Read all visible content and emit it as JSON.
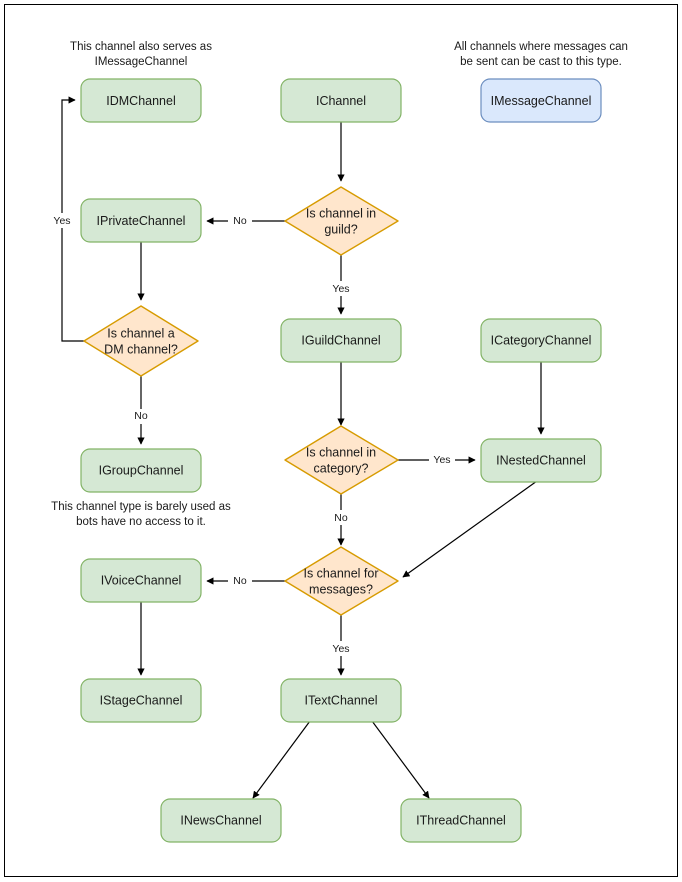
{
  "diagram": {
    "title": "Discord channel interface hierarchy flowchart",
    "frame": {
      "border_color": "#000000",
      "background": "#ffffff"
    },
    "palette": {
      "process_fill": "#d5e8d4",
      "process_stroke": "#82b366",
      "decision_fill": "#ffe6cc",
      "decision_stroke": "#d79b00",
      "highlight_fill": "#dae8fc",
      "highlight_stroke": "#6c8ebf",
      "edge_color": "#000000",
      "text_color": "#1a1a1a"
    },
    "notes": [
      {
        "id": "note-dm",
        "lines": [
          "This channel also serves as",
          "IMessageChannel"
        ]
      },
      {
        "id": "note-message",
        "lines": [
          "All channels where messages can",
          "be sent can be cast to this type."
        ]
      },
      {
        "id": "note-group",
        "lines": [
          "This channel type is barely used as",
          "bots have no access to it."
        ]
      }
    ],
    "nodes": [
      {
        "id": "idmchannel",
        "label": "IDMChannel",
        "type": "process"
      },
      {
        "id": "ichannel",
        "label": "IChannel",
        "type": "process"
      },
      {
        "id": "imessagechannel",
        "label": "IMessageChannel",
        "type": "highlight"
      },
      {
        "id": "iprivatechannel",
        "label": "IPrivateChannel",
        "type": "process"
      },
      {
        "id": "is-channel-in-guild",
        "label": "Is channel in guild?",
        "label_line1": "Is channel in",
        "label_line2": "guild?",
        "type": "decision"
      },
      {
        "id": "is-channel-a-dm-channel",
        "label": "Is channel a DM channel?",
        "label_line1": "Is channel a",
        "label_line2": "DM channel?",
        "type": "decision"
      },
      {
        "id": "iguildchannel",
        "label": "IGuildChannel",
        "type": "process"
      },
      {
        "id": "icategorychannel",
        "label": "ICategoryChannel",
        "type": "process"
      },
      {
        "id": "igroupchannel",
        "label": "IGroupChannel",
        "type": "process"
      },
      {
        "id": "is-channel-in-category",
        "label": "Is channel in category?",
        "label_line1": "Is channel in",
        "label_line2": "category?",
        "type": "decision"
      },
      {
        "id": "inestedchannel",
        "label": "INestedChannel",
        "type": "process"
      },
      {
        "id": "ivoicechannel",
        "label": "IVoiceChannel",
        "type": "process"
      },
      {
        "id": "is-channel-for-messages",
        "label": "Is channel for messages?",
        "label_line1": "Is channel for",
        "label_line2": "messages?",
        "type": "decision"
      },
      {
        "id": "istagechannel",
        "label": "IStageChannel",
        "type": "process"
      },
      {
        "id": "itextchannel",
        "label": "ITextChannel",
        "type": "process"
      },
      {
        "id": "inewschannel",
        "label": "INewsChannel",
        "type": "process"
      },
      {
        "id": "ithreadchannel",
        "label": "IThreadChannel",
        "type": "process"
      }
    ],
    "edges": [
      {
        "id": "ichannel-to-guild-q",
        "from": "ichannel",
        "to": "is-channel-in-guild",
        "label": ""
      },
      {
        "id": "guild-q-to-private",
        "from": "is-channel-in-guild",
        "to": "iprivatechannel",
        "label": "No"
      },
      {
        "id": "guild-q-to-guildchannel",
        "from": "is-channel-in-guild",
        "to": "iguildchannel",
        "label": "Yes"
      },
      {
        "id": "private-to-dm-q",
        "from": "iprivatechannel",
        "to": "is-channel-a-dm-channel",
        "label": ""
      },
      {
        "id": "dm-q-to-idmchannel",
        "from": "is-channel-a-dm-channel",
        "to": "idmchannel",
        "label": "Yes"
      },
      {
        "id": "dm-q-to-groupchannel",
        "from": "is-channel-a-dm-channel",
        "to": "igroupchannel",
        "label": "No"
      },
      {
        "id": "guildchannel-to-category-q",
        "from": "iguildchannel",
        "to": "is-channel-in-category",
        "label": ""
      },
      {
        "id": "category-q-to-nested",
        "from": "is-channel-in-category",
        "to": "inestedchannel",
        "label": "Yes"
      },
      {
        "id": "category-q-to-messages-q",
        "from": "is-channel-in-category",
        "to": "is-channel-for-messages",
        "label": "No"
      },
      {
        "id": "categorychannel-to-nested",
        "from": "icategorychannel",
        "to": "inestedchannel",
        "label": ""
      },
      {
        "id": "nested-to-messages-q",
        "from": "inestedchannel",
        "to": "is-channel-for-messages",
        "label": ""
      },
      {
        "id": "messages-q-to-voice",
        "from": "is-channel-for-messages",
        "to": "ivoicechannel",
        "label": "No"
      },
      {
        "id": "messages-q-to-text",
        "from": "is-channel-for-messages",
        "to": "itextchannel",
        "label": "Yes"
      },
      {
        "id": "voice-to-stage",
        "from": "ivoicechannel",
        "to": "istagechannel",
        "label": ""
      },
      {
        "id": "text-to-news",
        "from": "itextchannel",
        "to": "inewschannel",
        "label": ""
      },
      {
        "id": "text-to-thread",
        "from": "itextchannel",
        "to": "ithreadchannel",
        "label": ""
      }
    ]
  }
}
